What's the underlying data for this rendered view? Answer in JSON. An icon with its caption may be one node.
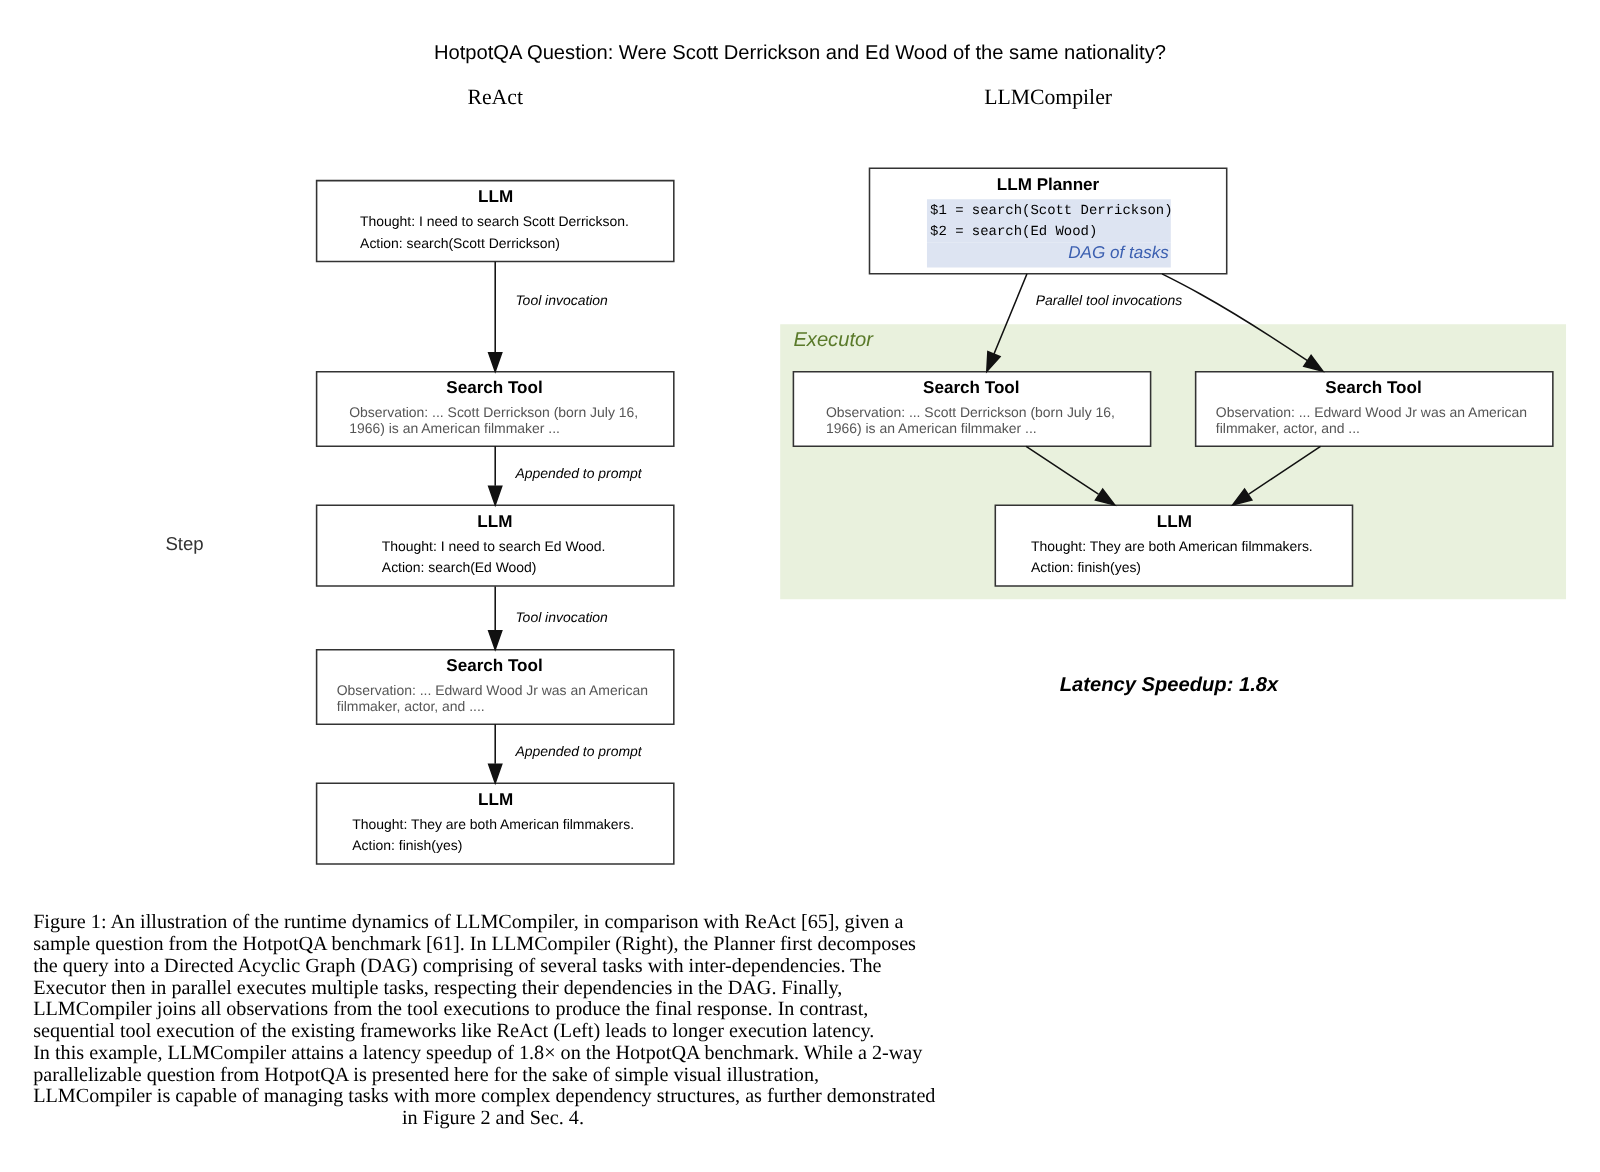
{
  "diagram": {
    "title": "HotpotQA Question: Were Scott Derrickson and Ed Wood of the same nationality?",
    "caption": "Figure 1: An illustration of the runtime dynamics of LLMCompiler, in comparison with ReAct [65], given a sample question from the HotpotQA benchmark [61]. In LLMCompiler (Right), the Planner first decomposes the query into a Directed Acyclic Graph (DAG) comprising of several tasks with inter-dependencies. The Executor then in parallel executes multiple tasks, respecting their dependencies in the DAG. Finally, LLMCompiler joins all observations from the tool executions to produce the final response. In contrast, sequential tool execution of the existing frameworks like ReAct (Left) leads to longer execution latency. In this example, LLMCompiler attains a latency speedup of 1.8× on the HotpotQA benchmark. While a 2-way parallelizable question from HotpotQA is presented here for the sake of simple visual illustration, LLMCompiler is capable of managing tasks with more complex dependency structures, as further demonstrated in Figure 2 and Sec. 4.",
    "nodes": [
      {
        "text": [
          "LLM",
          "Thought: I need to search Scott Derrickson.",
          "Action: search(Scott Derrickson)"
        ]
      },
      {
        "text": [
          "Search Tool",
          "Observation: ... Scott Derrickson (born July 16, 1966) is an American filmmaker ..."
        ]
      },
      {
        "text": [
          "LLM",
          "Thought: I need to search Ed Wood.",
          "Action: search(Ed Wood)"
        ]
      },
      {
        "text": [
          "Search Tool",
          "Observation: ... Edward Wood Jr was an American filmmaker, actor, and ...."
        ]
      },
      {
        "text": [
          "LLM",
          "Thought: They are both American filmmakers.",
          "Action: finish(yes)"
        ]
      },
      {
        "text": [
          "LLM Planner",
          "$1 = search(Scott Derrickson)",
          "$2 = search(Ed Wood)",
          "DAG of tasks"
        ]
      },
      {
        "text": [
          "Executor"
        ]
      },
      {
        "text": [
          "Search Tool",
          "Observation: ... Scott Derrickson (born July 16, 1966) is an American filmmaker ..."
        ],
        "in": 6
      },
      {
        "text": [
          "Search Tool",
          "Observation: ... Edward Wood Jr was an American filmmaker, actor, and ..."
        ],
        "in": 6
      },
      {
        "text": [
          "LLM",
          "Thought: They are both American filmmakers.",
          "Action: finish(yes)"
        ],
        "in": 6
      }
    ],
    "edges": [
      {
        "from": 0,
        "to": 1,
        "arrow": "to",
        "label": "Tool invocation"
      },
      {
        "from": 1,
        "to": 2,
        "arrow": "to",
        "label": "Appended to prompt"
      },
      {
        "from": 2,
        "to": 3,
        "arrow": "to",
        "label": "Tool invocation"
      },
      {
        "from": 3,
        "to": 4,
        "arrow": "to",
        "label": "Appended to prompt"
      },
      {
        "from": 5,
        "to": 7,
        "arrow": "to",
        "label": "Parallel tool invocations"
      },
      {
        "from": 5,
        "to": 8,
        "arrow": "to"
      },
      {
        "from": 7,
        "to": 9,
        "arrow": "to"
      },
      {
        "from": 8,
        "to": 9,
        "arrow": "to"
      }
    ],
    "labels": [
      "ReAct",
      "LLMCompiler",
      "Step",
      "Latency Speedup: 1.8x"
    ]
  }
}
